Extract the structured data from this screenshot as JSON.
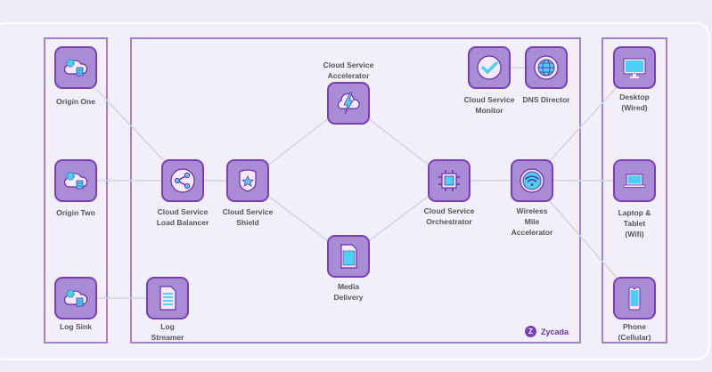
{
  "colors": {
    "node_fill": "#a98bd6",
    "node_border": "#7a3fb5",
    "panel_border": "#a57fcf",
    "accent": "#4dd0f5",
    "link": "#d6d3e0"
  },
  "brand": {
    "logo": "Z",
    "name": "Zycada"
  },
  "nodes": {
    "origin_one": {
      "label": "Origin One",
      "icon": "cloud-server-icon"
    },
    "origin_two": {
      "label": "Origin Two",
      "icon": "cloud-server-icon"
    },
    "log_sink": {
      "label": "Log Sink",
      "icon": "cloud-server-icon"
    },
    "load_balancer": {
      "label": "Cloud Service\nLoad Balancer",
      "icon": "share-icon"
    },
    "shield": {
      "label": "Cloud Service\nShield",
      "icon": "shield-star-icon"
    },
    "accelerator": {
      "label": "Cloud Service\nAccelerator",
      "icon": "cloud-lightning-icon"
    },
    "media_delivery": {
      "label": "Media\nDelivery",
      "icon": "document-media-icon"
    },
    "log_streamer": {
      "label": "Log\nStreamer",
      "icon": "document-lines-icon"
    },
    "monitor": {
      "label": "Cloud Service\nMonitor",
      "icon": "checkmark-icon"
    },
    "dns_director": {
      "label": "DNS Director",
      "icon": "globe-icon"
    },
    "orchestrator": {
      "label": "Cloud Service\nOrchestrator",
      "icon": "chip-icon"
    },
    "wireless": {
      "label": "Wireless\nMile\nAccelerator",
      "icon": "wifi-icon"
    },
    "desktop": {
      "label": "Desktop\n(Wired)",
      "icon": "monitor-icon"
    },
    "laptop": {
      "label": "Laptop &\nTablet\n(Wifi)",
      "icon": "laptop-icon"
    },
    "phone": {
      "label": "Phone\n(Cellular)",
      "icon": "phone-icon"
    }
  }
}
